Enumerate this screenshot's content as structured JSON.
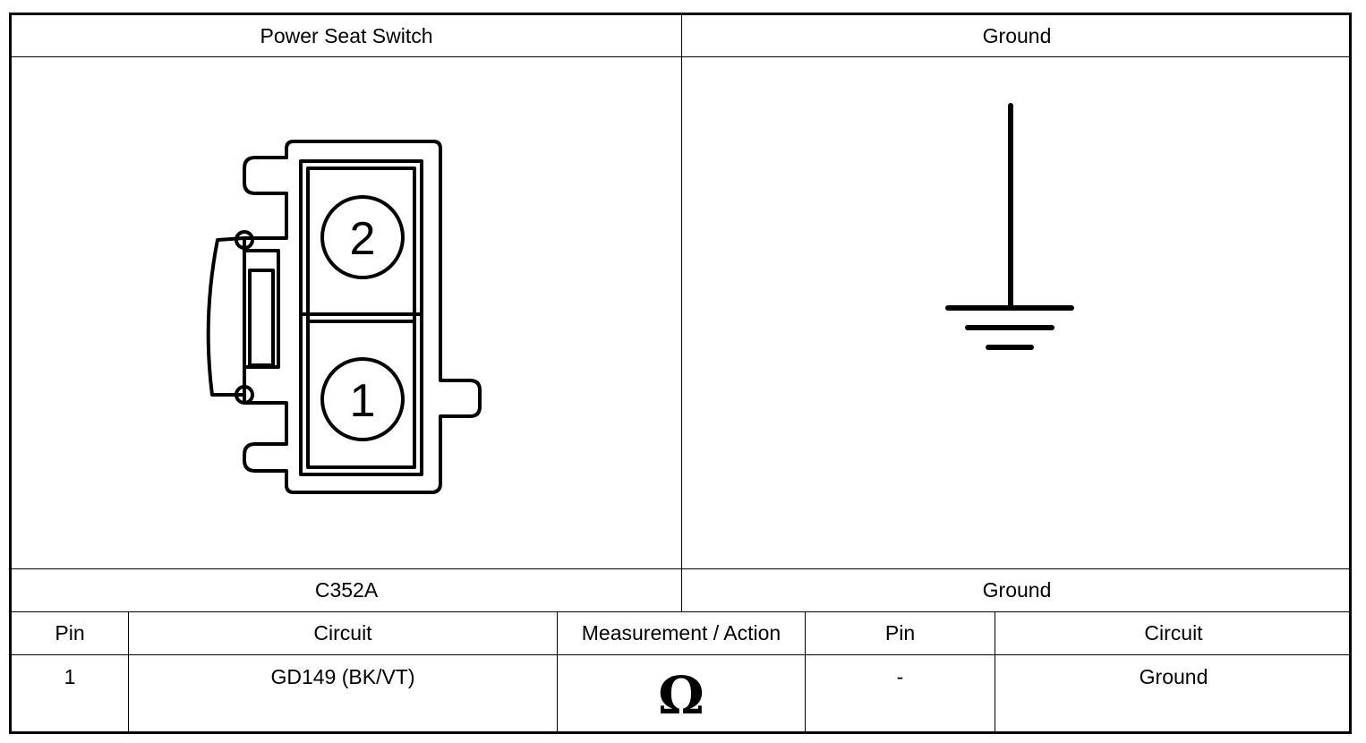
{
  "header": {
    "left_title": "Power Seat Switch",
    "right_title": "Ground"
  },
  "connector": {
    "pins": [
      "2",
      "1"
    ],
    "id": "C352A"
  },
  "ground_label": "Ground",
  "table": {
    "columns": [
      "Pin",
      "Circuit",
      "Measurement / Action",
      "Pin",
      "Circuit"
    ],
    "rows": [
      {
        "pin": "1",
        "circuit": "GD149 (BK/VT)",
        "measurement_icon": "ohm-symbol",
        "measurement_symbol": "Ω",
        "pin_to": "-",
        "circuit_to": "Ground"
      }
    ]
  }
}
